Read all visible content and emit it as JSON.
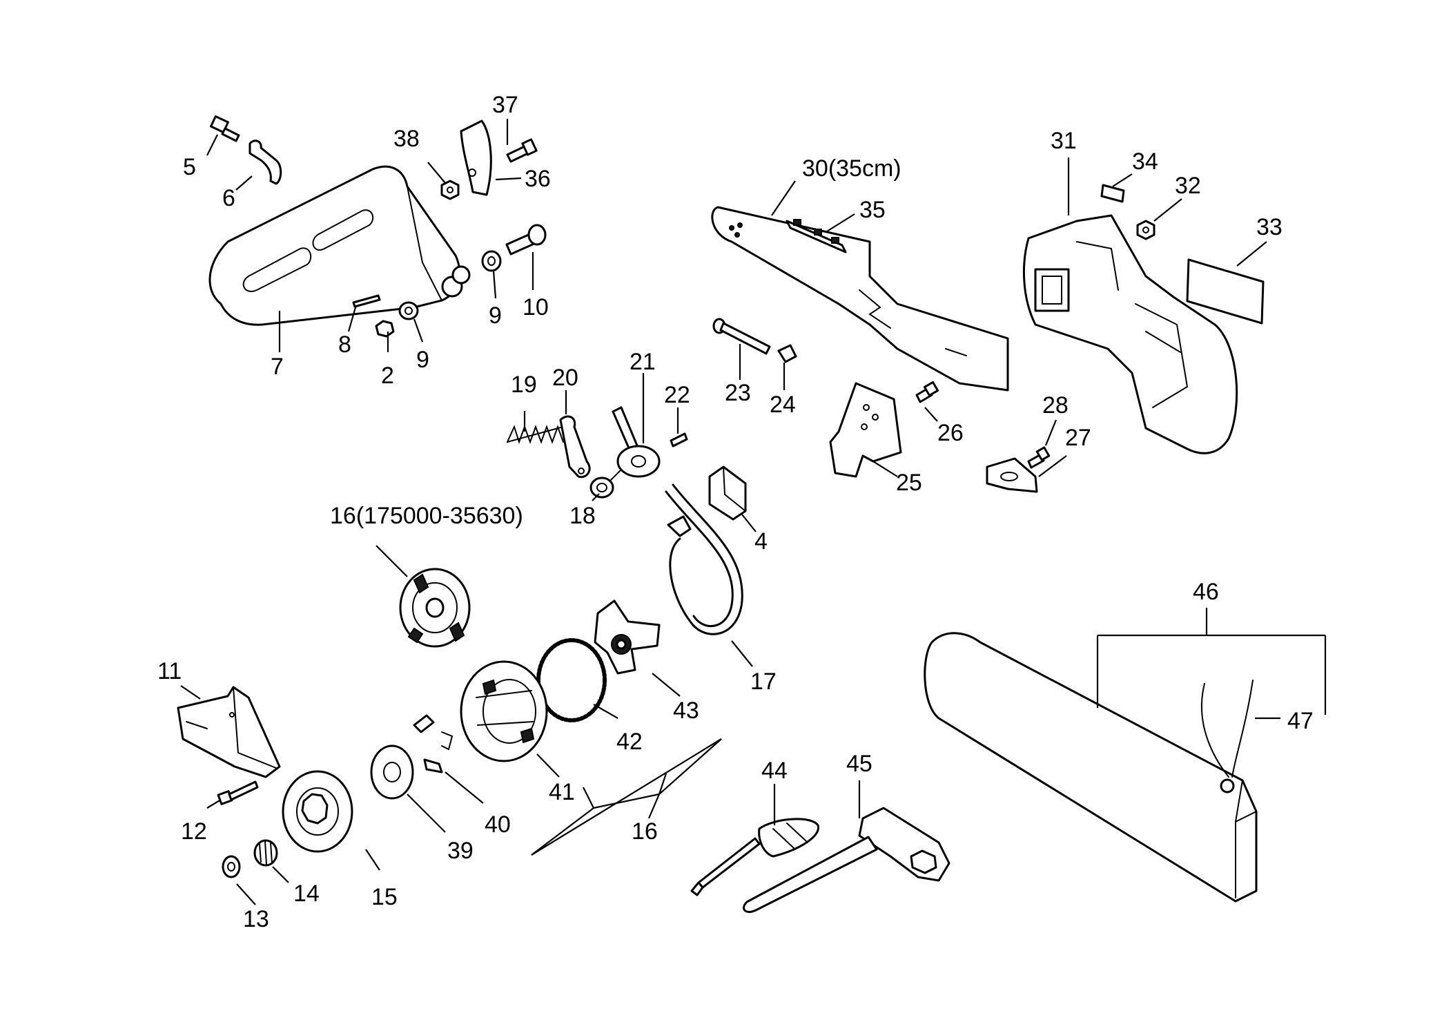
{
  "diagram": {
    "callouts": {
      "c2": "2",
      "c4": "4",
      "c5": "5",
      "c6": "6",
      "c7": "7",
      "c8": "8",
      "c9a": "9",
      "c9b": "9",
      "c10": "10",
      "c11": "11",
      "c12": "12",
      "c13": "13",
      "c14": "14",
      "c15": "15",
      "c16": "16",
      "c16kit": "16(175000-35630)",
      "c17": "17",
      "c18": "18",
      "c19": "19",
      "c20": "20",
      "c21": "21",
      "c22": "22",
      "c23": "23",
      "c24": "24",
      "c25": "25",
      "c26": "26",
      "c27": "27",
      "c28": "28",
      "c30": "30(35cm)",
      "c31": "31",
      "c32": "32",
      "c33": "33",
      "c34": "34",
      "c35": "35",
      "c36": "36",
      "c37": "37",
      "c38": "38",
      "c39": "39",
      "c40": "40",
      "c41": "41",
      "c42": "42",
      "c43": "43",
      "c44": "44",
      "c45": "45",
      "c46": "46",
      "c47": "47"
    }
  }
}
